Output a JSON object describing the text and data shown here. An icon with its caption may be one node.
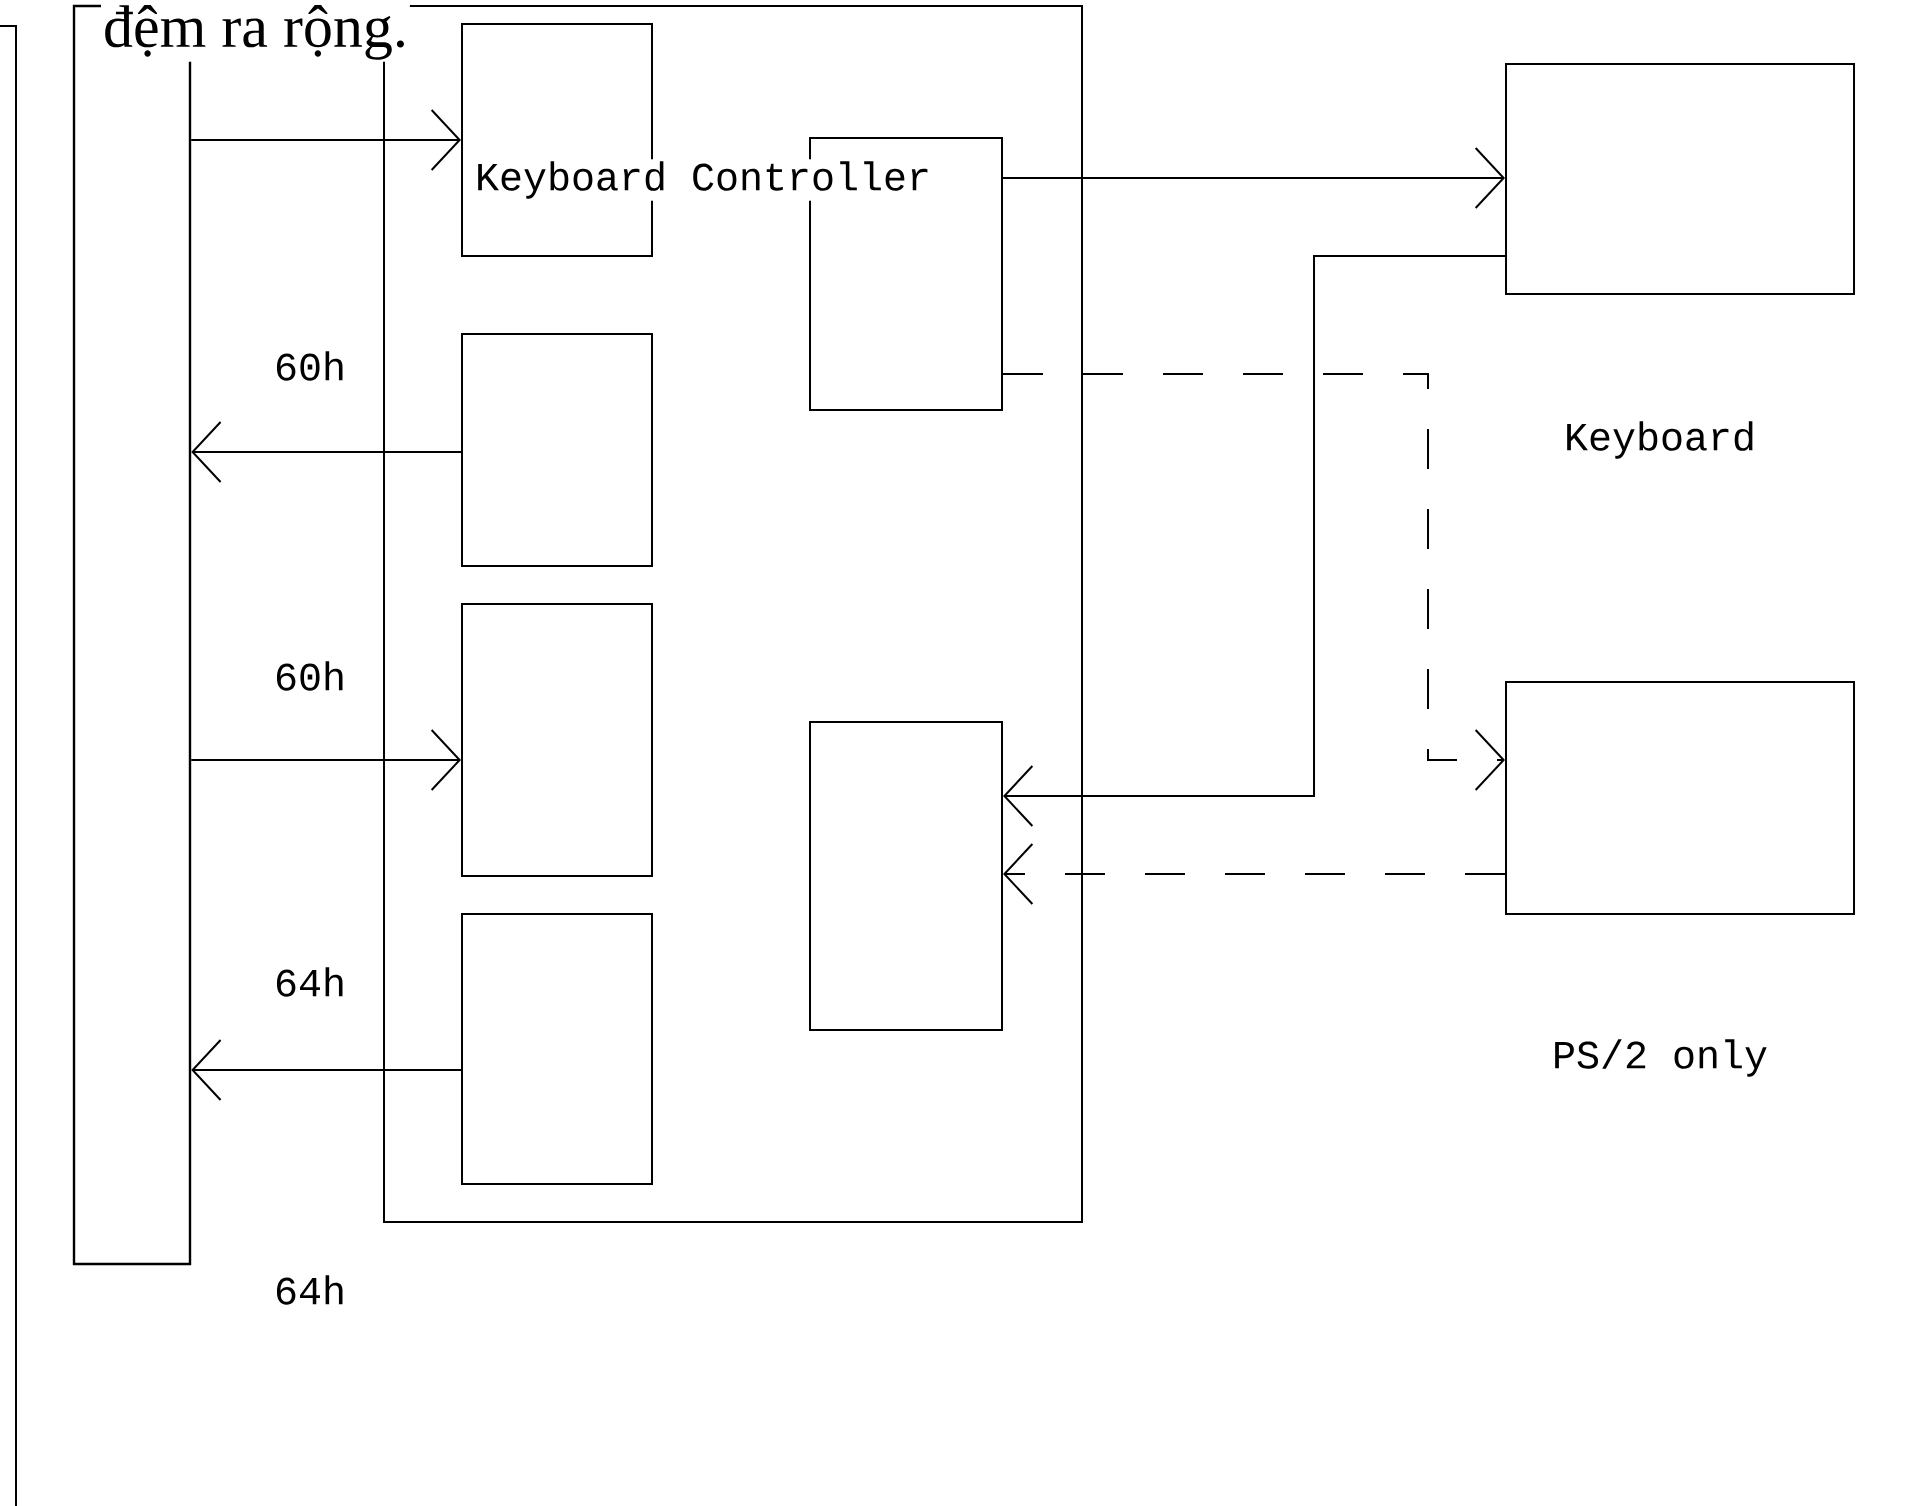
{
  "diagram": {
    "nodes": [
      {
        "text": [
          "Keyboard Controller"
        ]
      },
      {
        "text": [],
        "shape": "bar"
      },
      {
        "text": [],
        "shape": "box",
        "in": 0
      },
      {
        "text": [],
        "shape": "box",
        "in": 0
      },
      {
        "text": [],
        "shape": "box",
        "in": 0
      },
      {
        "text": [],
        "shape": "box",
        "in": 0
      },
      {
        "text": [],
        "shape": "box",
        "in": 0
      },
      {
        "text": [],
        "shape": "box",
        "in": 0
      },
      {
        "text": [],
        "shape": "box",
        "beside": [
          "Keyboard"
        ]
      },
      {
        "text": [],
        "shape": "box",
        "beside": [
          "PS/2 only"
        ]
      }
    ],
    "edges": [
      {
        "from": 1,
        "to": 2,
        "arrow": "to"
      },
      {
        "from": 3,
        "to": 1,
        "arrow": "to"
      },
      {
        "from": 1,
        "to": 4,
        "arrow": "to"
      },
      {
        "from": 5,
        "to": 1,
        "arrow": "to"
      },
      {
        "from": 6,
        "to": 8,
        "arrow": "to"
      },
      {
        "from": 8,
        "to": 7,
        "arrow": "to"
      },
      {
        "from": 6,
        "to": 9,
        "arrow": "to",
        "style": "dashed"
      },
      {
        "from": 9,
        "to": 7,
        "arrow": "to",
        "style": "dashed"
      }
    ],
    "labels": [
      "đệm ra rộng.",
      "60h",
      "60h",
      "64h",
      "64h"
    ]
  }
}
